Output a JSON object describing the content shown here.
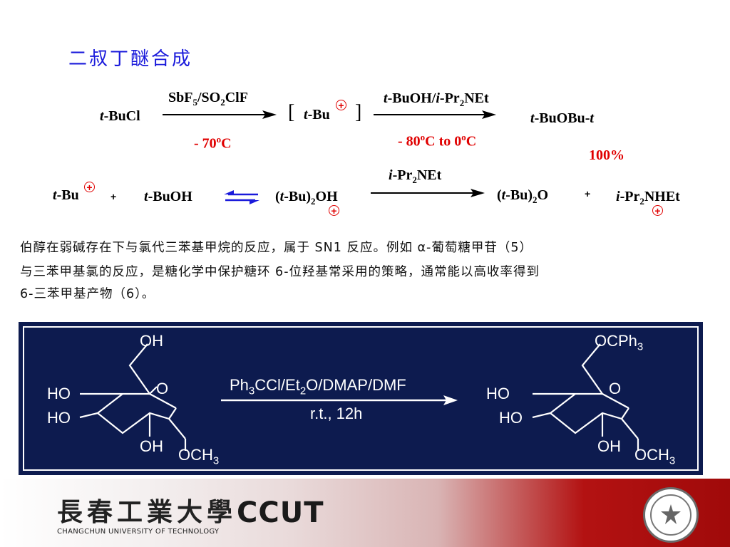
{
  "slide_title": "二叔丁醚合成",
  "reaction1": {
    "reactant": "t-BuCl",
    "reagent_top": "SbF5/SO2ClF",
    "temp_bottom": "- 70oC",
    "intermediate": "t-Bu",
    "reagent2_top": "t-BuOH/i-Pr2NEt",
    "temp2_bottom": "- 80oC to 0oC",
    "product": "t-BuOBu-t",
    "yield": "100%"
  },
  "reaction2": {
    "cation": "t-Bu",
    "plus1": "+",
    "alcohol": "t-BuOH",
    "oxonium": "(t-Bu)2OH",
    "base": "i-Pr2NEt",
    "ether": "(t-Bu)2O",
    "plus2": "+",
    "ammonium": "i-Pr2NHEt"
  },
  "paragraph": {
    "line1": "伯醇在弱碱存在下与氯代三苯基甲烷的反应，属于 SN1 反应。例如 α-葡萄糖甲苷（5）",
    "line2": "与三苯甲基氯的反应，是糖化学中保护糖环 6-位羟基常采用的策略，通常能以高收率得到",
    "line3": "6-三苯甲基产物（6）。"
  },
  "scheme": {
    "reagents": "Ph3CCl/Et2O/DMAP/DMF",
    "conditions": "r.t., 12h",
    "sm": {
      "oh_top": "OH",
      "ho1": "HO",
      "ho2": "HO",
      "o_ring": "O",
      "oh_bottom": "OH",
      "och3": "OCH3"
    },
    "pdt": {
      "ocph3": "OCPh3",
      "ho1": "HO",
      "ho2": "HO",
      "o_ring": "O",
      "oh_bottom": "OH",
      "och3": "OCH3"
    },
    "colors": {
      "panel": "#0d1b4f",
      "text": "#ffffff"
    }
  },
  "footer": {
    "logo_cn": "長春工業大學",
    "logo_en": "CCUT",
    "subtitle": "CHANGCHUN UNIVERSITY OF TECHNOLOGY"
  },
  "colors": {
    "title": "#1a1adb",
    "condition": "#e00000",
    "text": "#000000"
  }
}
